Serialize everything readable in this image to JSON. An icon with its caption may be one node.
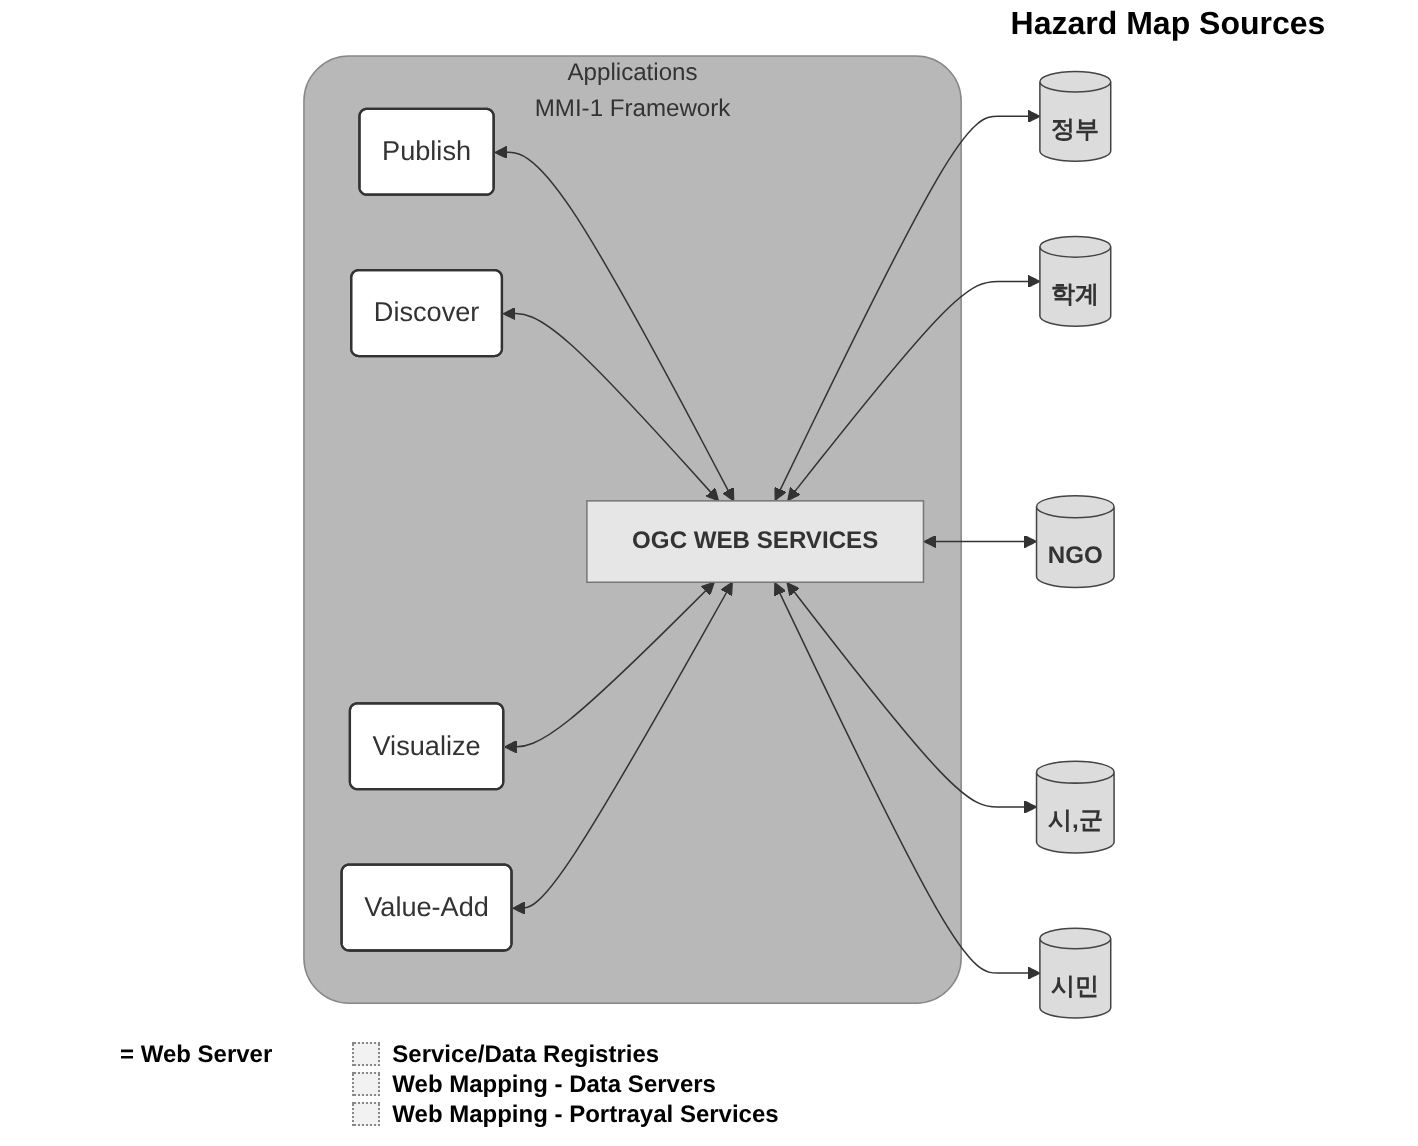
{
  "diagram": {
    "nodes": [
      {
        "text": [
          "Applications",
          "MMI-1 Framework"
        ]
      },
      {
        "text": [
          "Publish"
        ],
        "in": 0
      },
      {
        "text": [
          "Discover"
        ],
        "in": 0
      },
      {
        "text": [
          "Visualize"
        ],
        "in": 0
      },
      {
        "text": [
          "Value-Add"
        ],
        "in": 0
      },
      {
        "text": [
          "OGC WEB SERVICES"
        ],
        "in": 0
      },
      {
        "text": [
          "정부"
        ]
      },
      {
        "text": [
          "학계"
        ]
      },
      {
        "text": [
          "NGO"
        ]
      },
      {
        "text": [
          "시,군"
        ]
      },
      {
        "text": [
          "시민"
        ]
      }
    ],
    "edges": [
      {
        "from": 1,
        "to": 5,
        "arrow": "both"
      },
      {
        "from": 2,
        "to": 5,
        "arrow": "both"
      },
      {
        "from": 3,
        "to": 5,
        "arrow": "both"
      },
      {
        "from": 4,
        "to": 5,
        "arrow": "both"
      },
      {
        "from": 5,
        "to": 6,
        "arrow": "both"
      },
      {
        "from": 5,
        "to": 7,
        "arrow": "both"
      },
      {
        "from": 5,
        "to": 8,
        "arrow": "both"
      },
      {
        "from": 5,
        "to": 9,
        "arrow": "both"
      },
      {
        "from": 5,
        "to": 10,
        "arrow": "both"
      }
    ],
    "labels": [
      "Hazard Map Sources"
    ],
    "legend": [
      {
        "text": "= Web Server"
      },
      {
        "text": "Service/Data Registries"
      },
      {
        "text": "Web Mapping - Data Servers"
      },
      {
        "text": "Web Mapping - Portrayal Services"
      }
    ]
  }
}
